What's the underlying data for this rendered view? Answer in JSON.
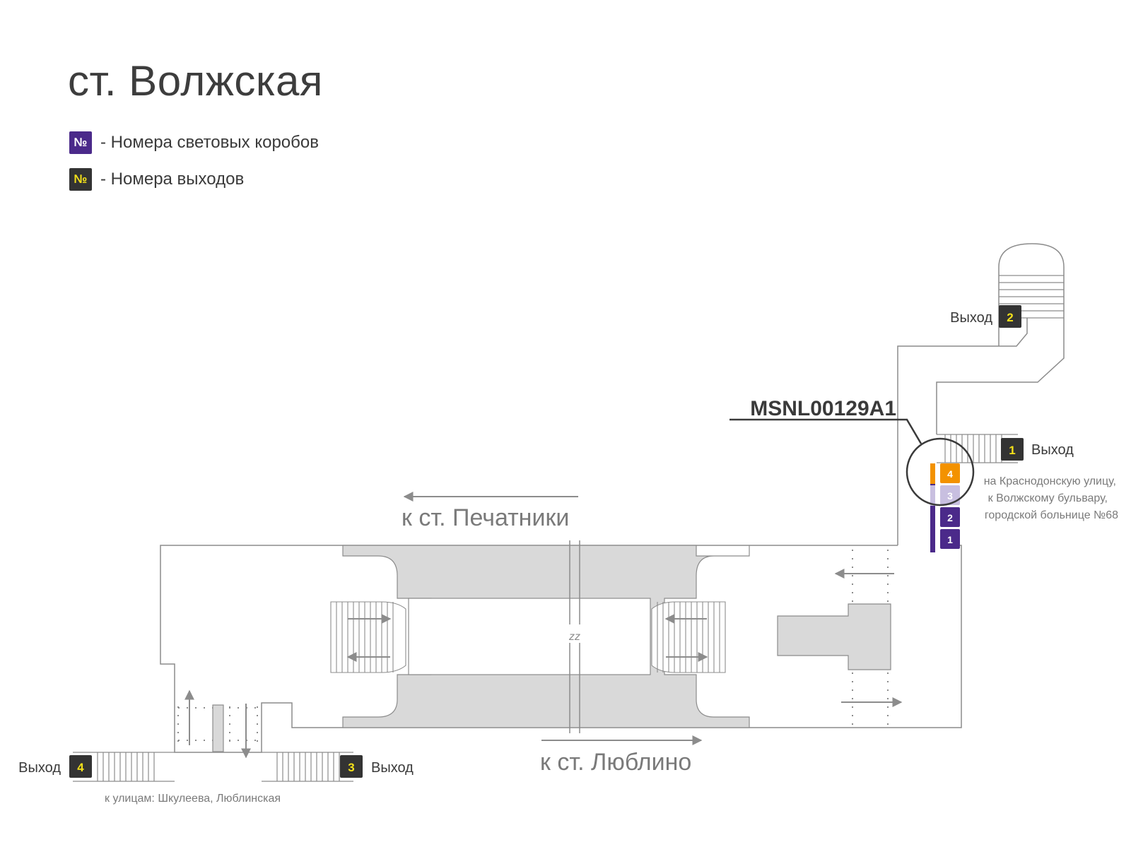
{
  "title": "ст. Волжская",
  "legend": [
    {
      "badge": "№",
      "text": "- Номера световых коробов",
      "bg": "#4b2a8a",
      "fg": "#ffffff"
    },
    {
      "badge": "№",
      "text": "- Номера выходов",
      "bg": "#333333",
      "fg": "#f4e11a"
    }
  ],
  "colors": {
    "lightbox": "#4b2a8a",
    "lightbox_faded": "#c8bfe0",
    "highlight": "#f39200",
    "exit_badge": "#333333",
    "exit_number": "#f4e11a",
    "structure": "#d9d9d9",
    "line": "#8c8c8c"
  },
  "directions": {
    "pechatniki": "к ст. Печатники",
    "lyublino": "к ст. Люблино"
  },
  "exits": {
    "e1": {
      "number": "1",
      "label": "Выход"
    },
    "e2": {
      "number": "2",
      "label": "Выход"
    },
    "e3": {
      "number": "3",
      "label": "Выход"
    },
    "e4": {
      "number": "4",
      "label": "Выход"
    }
  },
  "notes": {
    "east_line1": "на Краснодонскую улицу,",
    "east_line2": "к Волжскому бульвару,",
    "east_line3": "городской больнице №68",
    "west": "к улицам: Шкулеева, Люблинская"
  },
  "callout": {
    "code": "MSNL00129A1"
  },
  "lightboxes": [
    {
      "number": "4",
      "state": "highlighted"
    },
    {
      "number": "3",
      "state": "faded"
    },
    {
      "number": "2",
      "state": "normal"
    },
    {
      "number": "1",
      "state": "normal"
    }
  ],
  "break_mark": "zz"
}
